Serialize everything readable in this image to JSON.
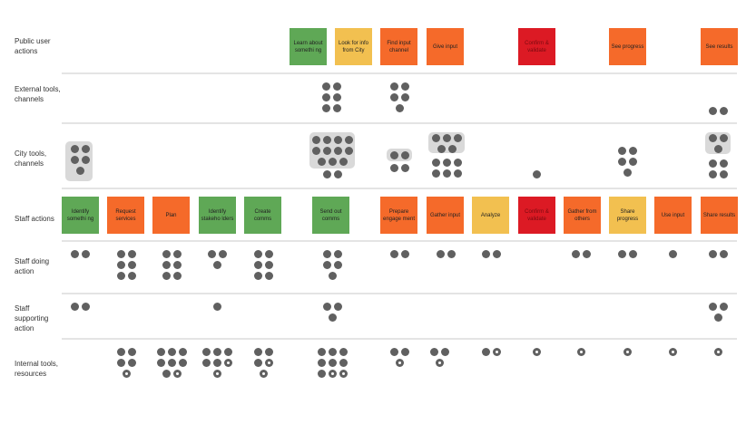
{
  "rows": [
    {
      "label": "Public user actions"
    },
    {
      "label": "External tools, channels"
    },
    {
      "label": "City tools, channels"
    },
    {
      "label": "Staff actions"
    },
    {
      "label": "Staff doing action"
    },
    {
      "label": "Staff supporting action"
    },
    {
      "label": "Internal tools, resources"
    }
  ],
  "public_actions": [
    {
      "text": "Learn about somethi ng",
      "color": "#5fa856"
    },
    {
      "text": "Look for info from City",
      "color": "#f2c050"
    },
    {
      "text": "Find input channel",
      "color": "#f56a2a"
    },
    {
      "text": "Give input",
      "color": "#f56a2a"
    },
    {
      "text": "Confirm & validate",
      "color": "#dc1a24"
    },
    {
      "text": "See progress",
      "color": "#f56a2a"
    },
    {
      "text": "See results",
      "color": "#f56a2a"
    }
  ],
  "staff_actions": [
    {
      "text": "Identify somethi ng",
      "color": "#5fa856"
    },
    {
      "text": "Request services",
      "color": "#f56a2a"
    },
    {
      "text": "Plan",
      "color": "#f56a2a"
    },
    {
      "text": "Identify stakeho lders",
      "color": "#5fa856"
    },
    {
      "text": "Create comms",
      "color": "#5fa856"
    },
    {
      "text": "Send out comms",
      "color": "#5fa856"
    },
    {
      "text": "Prepare engage ment",
      "color": "#f56a2a"
    },
    {
      "text": "Gather input",
      "color": "#f56a2a"
    },
    {
      "text": "Analyze",
      "color": "#f2c050"
    },
    {
      "text": "Confirm & validate",
      "color": "#dc1a24"
    },
    {
      "text": "Gather from others",
      "color": "#f56a2a"
    },
    {
      "text": "Share progress",
      "color": "#f2c050"
    },
    {
      "text": "Use input",
      "color": "#f56a2a"
    },
    {
      "text": "Share results",
      "color": "#f56a2a"
    }
  ]
}
